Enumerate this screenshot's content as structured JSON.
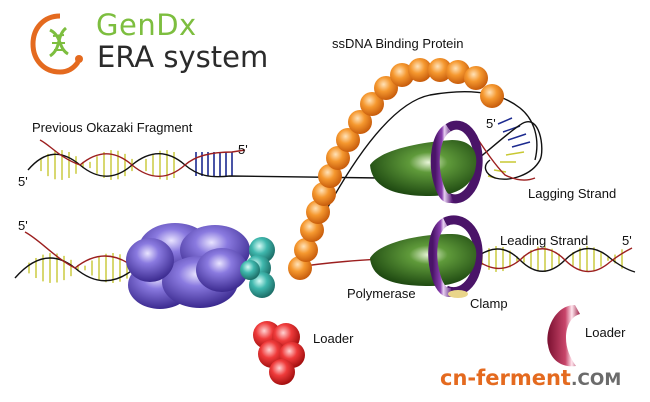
{
  "brand": {
    "name": "GenDx",
    "system": "ERA system",
    "colors": {
      "green": "#7dbe3f",
      "orange": "#e46a1f",
      "dark": "#2b2b2b"
    }
  },
  "labels": {
    "ssb": "ssDNA Binding Protein",
    "okazaki": "Previous Okazaki Fragment",
    "five_prime_okazaki": "5'",
    "five_prime_top_left": "5'",
    "five_prime_bottom_left": "5'",
    "five_prime_lagging": "5'",
    "five_prime_leading": "5'",
    "lagging": "Lagging Strand",
    "leading": "Leading Strand",
    "polymerase": "Polymerase",
    "clamp": "Clamp",
    "loader_red": "Loader",
    "loader_right": "Loader"
  },
  "watermark": {
    "part1": "cn-ferment",
    "part2": ".COM"
  },
  "palette": {
    "helicase": "#5a4bb0",
    "polymerase": "#2f6b1f",
    "clamp": "#6a2a8a",
    "ssb": "#f08a2a",
    "primase": "#2f9e96",
    "loader_red": "#e02a2a",
    "loader_right": "#a01f45",
    "strand_red": "#9c1f1f",
    "strand_black": "#111111",
    "rung": "#c8c832",
    "rung_primer": "#1c2a8f"
  }
}
